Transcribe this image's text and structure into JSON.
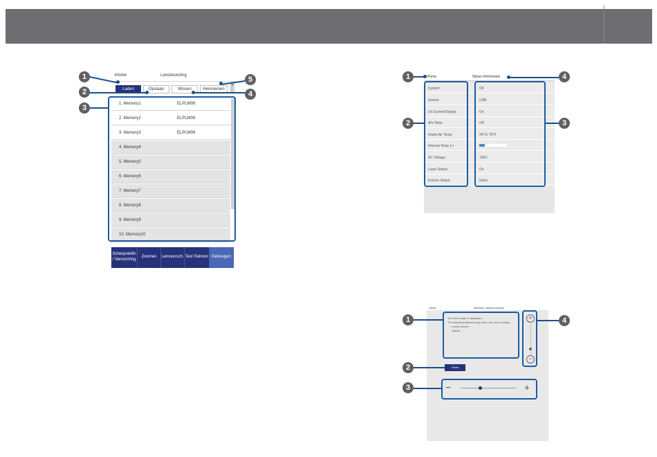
{
  "colors": {
    "banner": "#6f6d72",
    "accent": "#26327a",
    "callout_line": "#1a4f8b",
    "callout": "#606060"
  },
  "callouts": {
    "c1": "1",
    "c2": "2",
    "c3": "3",
    "c4": "4",
    "c5": "5"
  },
  "lens": {
    "back_label": "Home",
    "title": "Lensbesturing",
    "tabs": [
      "Laden",
      "Opslaan",
      "Wissen",
      "Hernoemen"
    ],
    "memories": [
      {
        "name": "1. Memory1",
        "device": "ELPLM08"
      },
      {
        "name": "2. Memory2",
        "device": "ELPLM08"
      },
      {
        "name": "3. Memory3",
        "device": "ELPLM08"
      },
      {
        "name": "4. Memory4",
        "device": ""
      },
      {
        "name": "5. Memory5",
        "device": ""
      },
      {
        "name": "6. Memory6",
        "device": ""
      },
      {
        "name": "7. Memory7",
        "device": ""
      },
      {
        "name": "8. Memory8",
        "device": ""
      },
      {
        "name": "9. Memory9",
        "device": ""
      },
      {
        "name": "10. Memory10",
        "device": ""
      }
    ],
    "bottom_buttons": [
      "Scherpstellin / Vervorming",
      "Zoomen",
      "Lensversch.",
      "Test Patroon",
      "Geheugen"
    ]
  },
  "status": {
    "back_label": "Home",
    "title": "Status Information",
    "rows": [
      {
        "label": "System",
        "value": "OK"
      },
      {
        "label": "Source",
        "value": "USB"
      },
      {
        "label": "On ScreenDisplay",
        "value": "On"
      },
      {
        "label": "A/V Mute",
        "value": "Off"
      },
      {
        "label": "Intake Air Temp",
        "value": "24°C/ 76°F"
      },
      {
        "label": "Internal Temp Lv",
        "value": ""
      },
      {
        "label": "AC Voltage",
        "value": "100V"
      },
      {
        "label": "Laser Status",
        "value": "On"
      },
      {
        "label": "Extrem Status",
        "value": "None"
      }
    ],
    "internal_temp_level": 0.2
  },
  "camera": {
    "back_label": "Home",
    "title": "Remote Camera Access",
    "message_lines": [
      "The shot image is displayed.",
      "The following features stop when you start reading.",
      "- Home Screen",
      "- Starter"
    ],
    "reset_label": "Reset",
    "zoom_in_icon": "zoom-in-icon",
    "zoom_out_icon": "zoom-out-icon",
    "zoom_level": 0.8,
    "focus_level": 0.35
  }
}
